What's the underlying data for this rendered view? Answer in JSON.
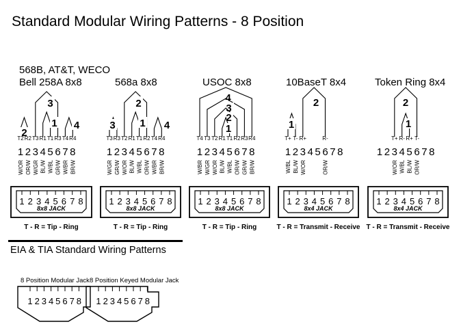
{
  "title": "Standard Modular Wiring Patterns - 8 Position",
  "bottom_section": {
    "title": "EIA & TIA Standard Wiring Patterns",
    "jacks": [
      {
        "label": "8 Position Modular Jack",
        "numbers": "12345678"
      },
      {
        "label": "8 Position Keyed Modular Jack",
        "numbers": "12345678"
      }
    ]
  },
  "panels": [
    {
      "id": "568b",
      "title_lines": [
        "568B, AT&T, WECO",
        "Bell 258A  8x8"
      ],
      "pair_numbers": [
        "2",
        "3",
        "1",
        "4"
      ],
      "pin_labels": [
        "T2",
        "R2",
        "T3",
        "R1",
        "T1",
        "R3",
        "T4",
        "R4"
      ],
      "numbers": "12345678",
      "color_codes": [
        "W/OR",
        "OR/W",
        "W/GR",
        "BL/W",
        "W/BL",
        "GR/W",
        "W/BR",
        "BR/W"
      ],
      "jack_numbers": "12345678",
      "jack_label": "8x8 JACK",
      "legend": "T - R = Tip - Ring"
    },
    {
      "id": "568a",
      "title_lines": [
        "568a 8x8"
      ],
      "pair_numbers": [
        "3",
        "2",
        "1",
        "4"
      ],
      "pin_labels": [
        "T3",
        "R3",
        "T2",
        "R1",
        "T1",
        "R2",
        "T4",
        "R4"
      ],
      "numbers": "12345678",
      "color_codes": [
        "W/GR",
        "GR/W",
        "W/OR",
        "BL/W",
        "W/BL",
        "OR/W",
        "W/BR",
        "BR/W"
      ],
      "jack_numbers": "12345678",
      "jack_label": "8x8 JACK",
      "legend": "T - R = Tip - Ring"
    },
    {
      "id": "usoc",
      "title_lines": [
        "USOC 8x8"
      ],
      "pair_numbers": [
        "4",
        "3",
        "2",
        "1"
      ],
      "pin_labels": [
        "T4",
        "T3",
        "T2",
        "R1",
        "T1",
        "R2",
        "R3",
        "R4"
      ],
      "numbers": "12345678",
      "color_codes": [
        "W/BR",
        "W/GR",
        "W/OR",
        "BL/W",
        "W/BL",
        "OR/W",
        "GR/W",
        "BR/W"
      ],
      "jack_numbers": "12345678",
      "jack_label": "8x8 JACK",
      "legend": "T - R = Tip - Ring"
    },
    {
      "id": "10baset",
      "title_lines": [
        "10BaseT 8x4"
      ],
      "pair_numbers": [
        "1",
        "2"
      ],
      "pin_labels": [
        "T+",
        "T-",
        "R+",
        "R-"
      ],
      "numbers": "12345678",
      "color_codes": [
        "W/BL",
        "BL/W",
        "W/OR",
        "OR/W"
      ],
      "jack_numbers": "12345678",
      "jack_label": "8x4 JACK",
      "legend": "T - R = Transmit - Receive"
    },
    {
      "id": "token-ring",
      "title_lines": [
        "Token Ring 8x4"
      ],
      "pair_numbers": [
        "2",
        "1"
      ],
      "pin_labels": [
        "T+",
        "R-",
        "R+",
        "T-"
      ],
      "numbers": "12345678",
      "color_codes": [
        "W/OR",
        "W/BL",
        "BL/W",
        "OR/W"
      ],
      "jack_numbers": "12345678",
      "jack_label": "8x4 JACK",
      "legend": "T - R = Transmit - Receive"
    }
  ]
}
